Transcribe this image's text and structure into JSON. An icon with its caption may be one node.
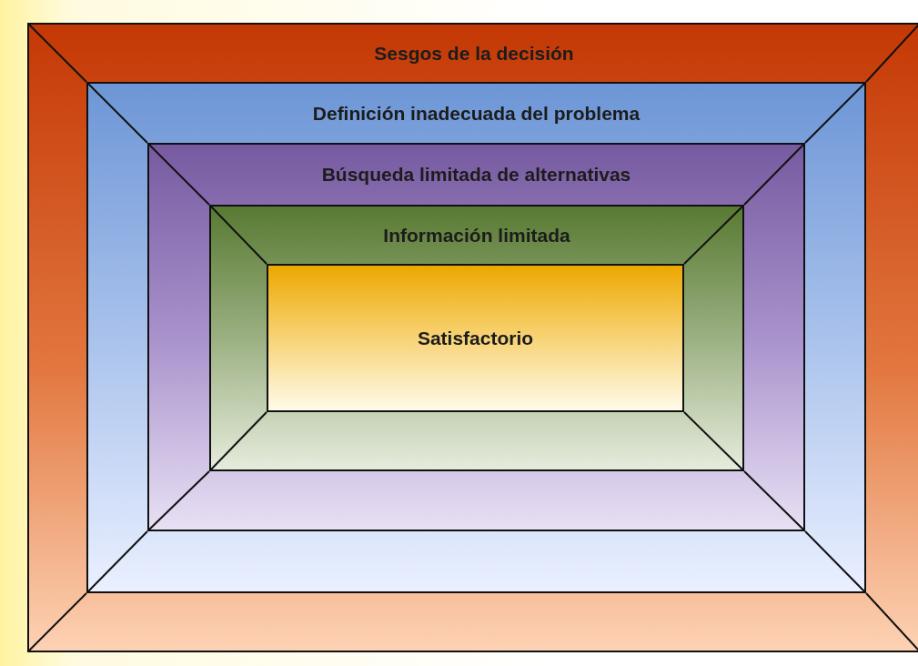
{
  "diagram": {
    "nodes": [
      {
        "text": [
          "Sesgos de la decisión"
        ]
      },
      {
        "text": [
          "Definición inadecuada del problema"
        ],
        "in": 0
      },
      {
        "text": [
          "Búsqueda limitada de alternativas"
        ],
        "in": 1
      },
      {
        "text": [
          "Información limitada"
        ],
        "in": 2
      },
      {
        "text": [
          "Satisfactorio"
        ],
        "in": 3
      }
    ]
  }
}
